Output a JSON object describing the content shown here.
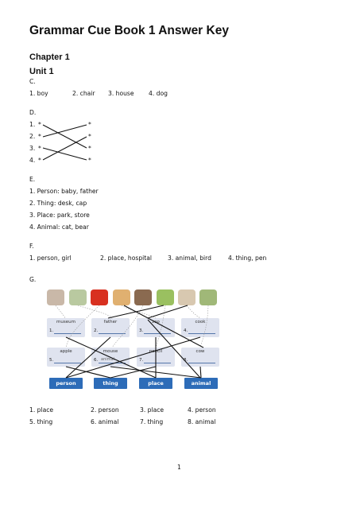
{
  "title": "Grammar Cue Book 1 Answer Key",
  "chapter": "Chapter 1",
  "unit": "Unit 1",
  "sections": {
    "c": {
      "letter": "C.",
      "answers": [
        "1. boy",
        "2. chair",
        "3. house",
        "4. dog"
      ]
    },
    "d": {
      "letter": "D.",
      "rows": [
        "1.",
        "2.",
        "3.",
        "4."
      ],
      "marker": "*"
    },
    "e": {
      "letter": "E.",
      "lines": [
        "1. Person: baby, father",
        "2. Thing: desk, cap",
        "3. Place: park, store",
        "4. Animal: cat, bear"
      ]
    },
    "f": {
      "letter": "F.",
      "answers": [
        "1. person, girl",
        "2. place, hospital",
        "3. animal, bird",
        "4. thing, pen"
      ]
    },
    "g": {
      "letter": "G.",
      "cards_top": [
        {
          "label": "museum",
          "num": "1."
        },
        {
          "label": "father",
          "num": "2."
        },
        {
          "label": "zoo",
          "num": "3."
        },
        {
          "label": "cook",
          "num": "4."
        }
      ],
      "cards_bottom": [
        {
          "label": "apple",
          "num": "5."
        },
        {
          "label": "mouse",
          "num": "6.",
          "sub": "animal"
        },
        {
          "label": "pencil",
          "num": "7."
        },
        {
          "label": "cow",
          "num": "8."
        }
      ],
      "categories": [
        "person",
        "thing",
        "place",
        "animal"
      ],
      "picture_colors": [
        "#c9b8a8",
        "#b9c9a0",
        "#d83020",
        "#e0b070",
        "#8a6a50",
        "#9ac060",
        "#d8c8b0",
        "#a0b878"
      ],
      "answers_row1": [
        "1. place",
        "2. person",
        "3. place",
        "4. person"
      ],
      "answers_row2": [
        "5. thing",
        "6. animal",
        "7. thing",
        "8. animal"
      ]
    }
  },
  "page_number": "1"
}
